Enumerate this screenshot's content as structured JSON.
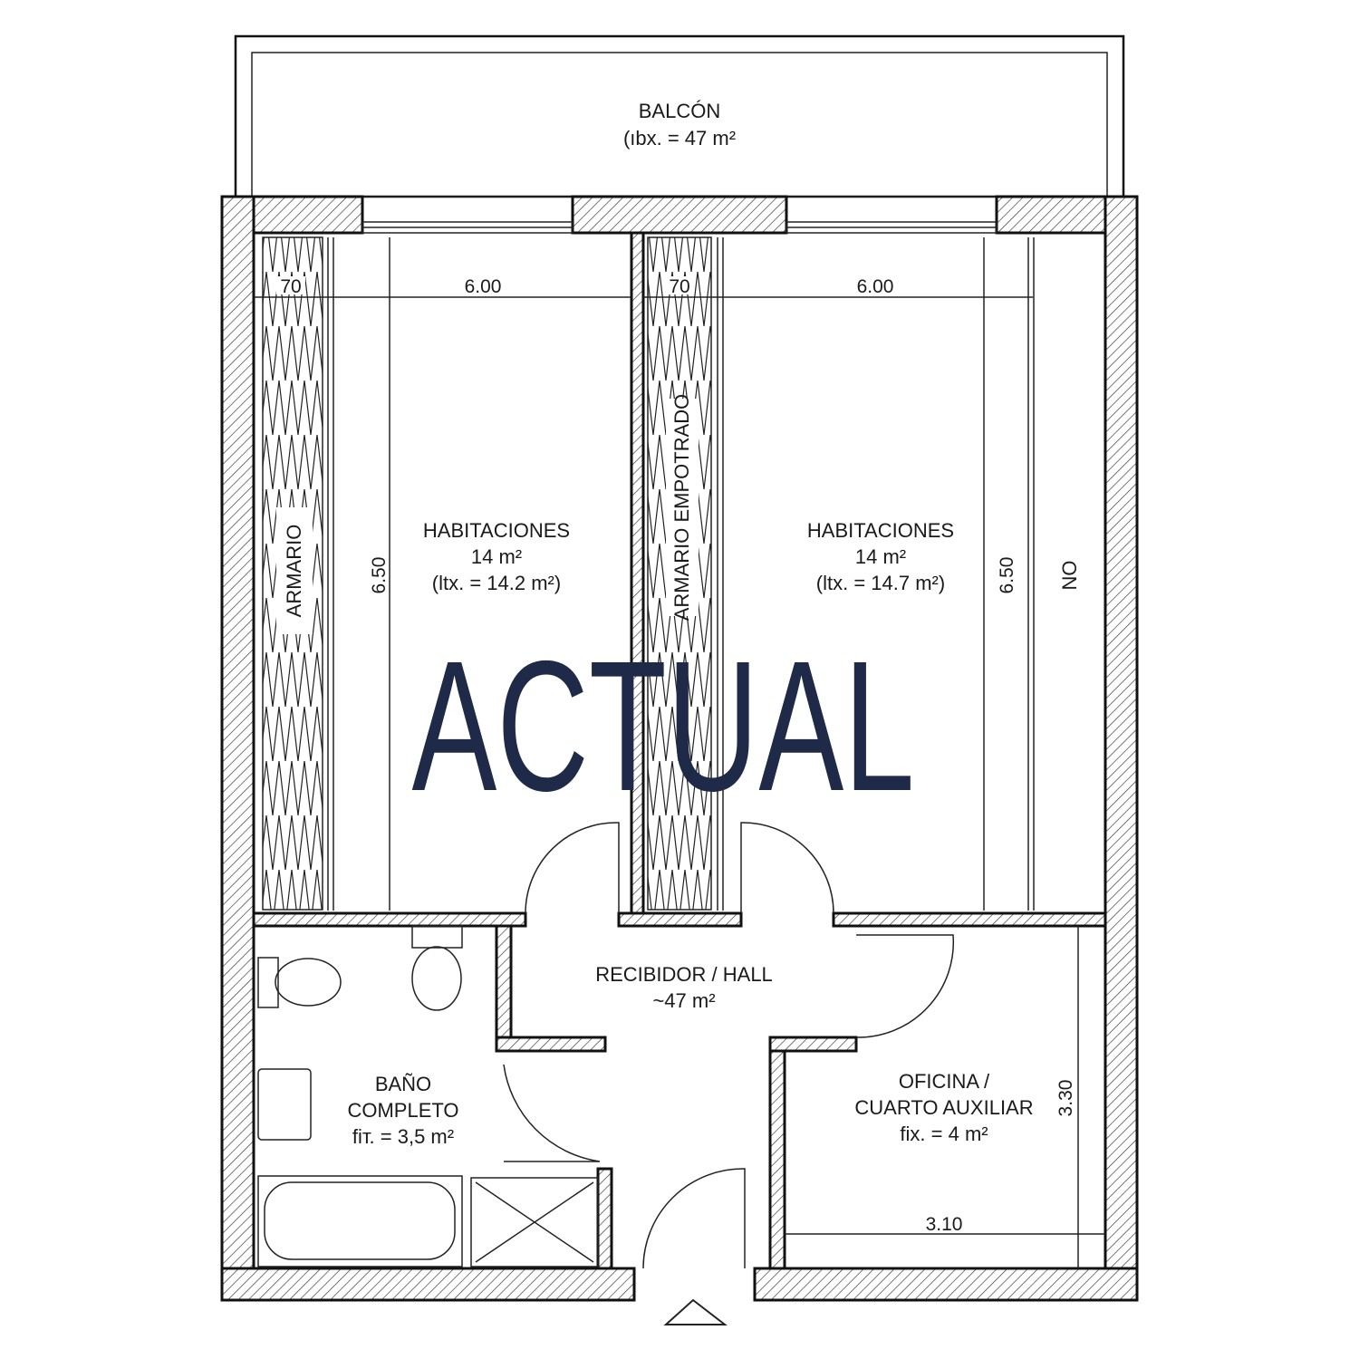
{
  "plan": {
    "watermark": "ACTUAL",
    "balcony": {
      "name": "BALCÓN",
      "area": "(ıbx. = 47 m²"
    },
    "bedroom_left": {
      "name": "HABITACIONES",
      "area": "14 m²",
      "detail": "(ltx. = 14.2 m²)"
    },
    "bedroom_right": {
      "name": "HABITACIONES",
      "area": "14 m²",
      "detail": "(ltx. = 14.7 m²)"
    },
    "closet_left": "ARMARIO",
    "closet_right": "ARMARIO EMPOTRADO",
    "right_side_label": "NO",
    "hall": {
      "name": "RECIBIDOR / HALL",
      "area": "~47 m²"
    },
    "bathroom": {
      "name": "BAÑO",
      "name2": "COMPLETO",
      "area": "fiт. = 3,5 m²"
    },
    "office": {
      "name": "OFICINA /",
      "name2": "CUARTO AUXILIAR",
      "area": "fix. = 4 m²"
    },
    "dimensions": {
      "closet_left_width": "70",
      "bedroom_left_width": "6.00",
      "closet_right_width": "70",
      "bedroom_right_width": "6.00",
      "bedroom_left_height": "6.50",
      "bedroom_right_height": "6.50",
      "office_height": "3.30",
      "office_width": "3.10"
    }
  }
}
